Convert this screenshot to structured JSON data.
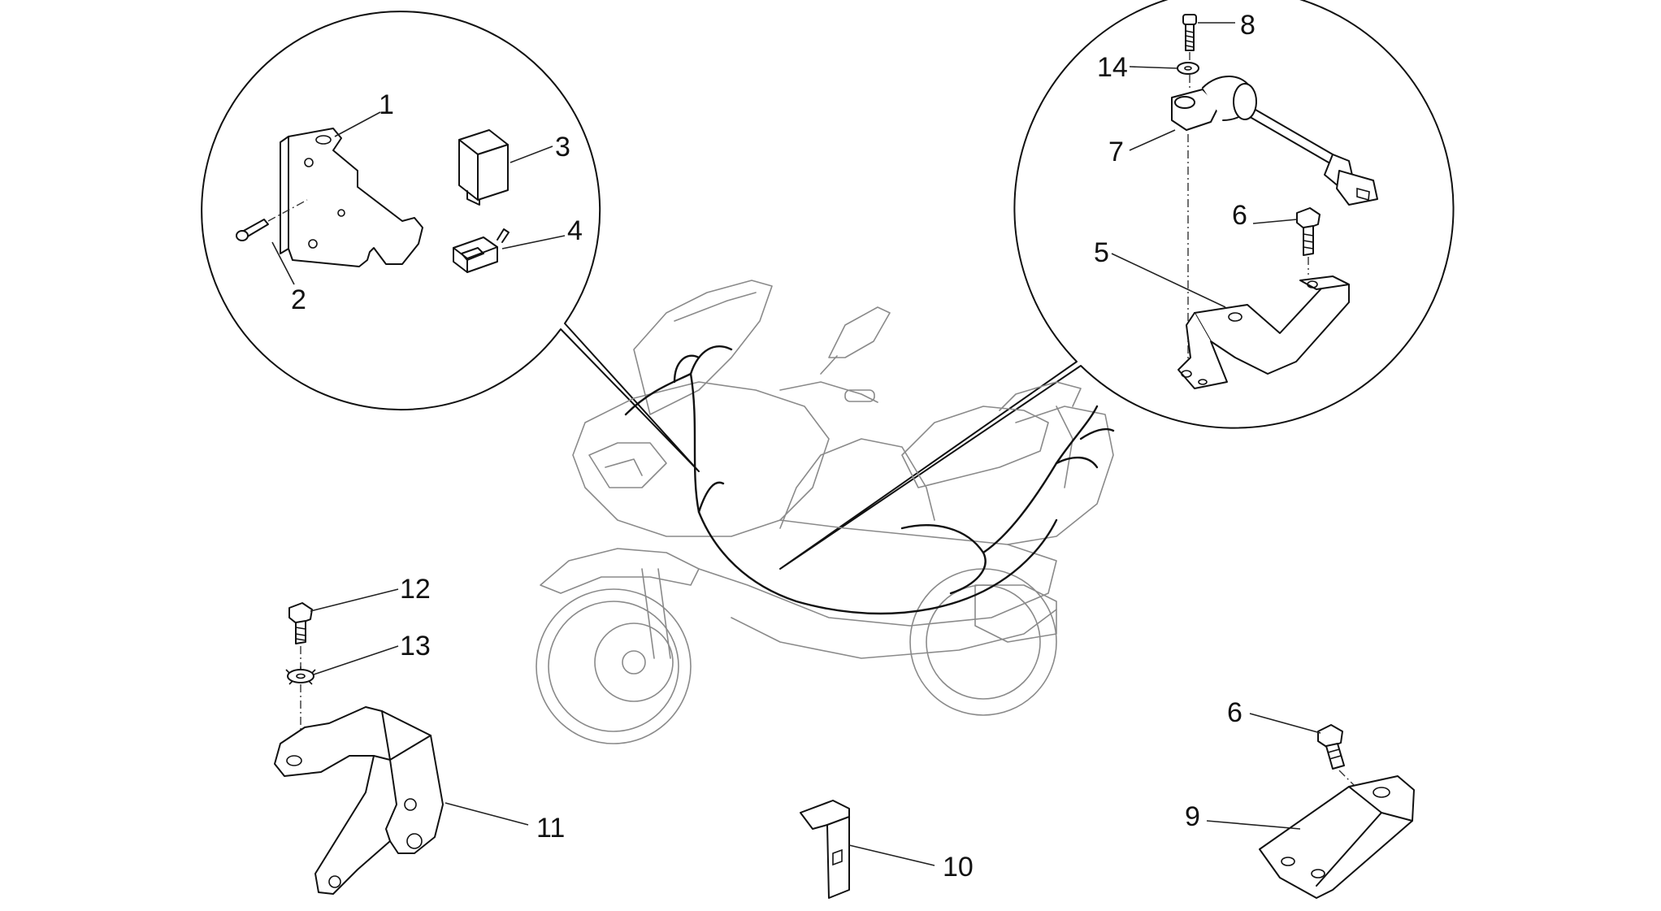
{
  "diagram": {
    "callouts": [
      {
        "id": "c1",
        "label": "1"
      },
      {
        "id": "c2",
        "label": "2"
      },
      {
        "id": "c3",
        "label": "3"
      },
      {
        "id": "c4",
        "label": "4"
      },
      {
        "id": "c5",
        "label": "5"
      },
      {
        "id": "c6a",
        "label": "6"
      },
      {
        "id": "c6b",
        "label": "6"
      },
      {
        "id": "c7",
        "label": "7"
      },
      {
        "id": "c8",
        "label": "8"
      },
      {
        "id": "c9",
        "label": "9"
      },
      {
        "id": "c10",
        "label": "10"
      },
      {
        "id": "c11",
        "label": "11"
      },
      {
        "id": "c12",
        "label": "12"
      },
      {
        "id": "c13",
        "label": "13"
      },
      {
        "id": "c14",
        "label": "14"
      }
    ],
    "colors": {
      "line": "#111111",
      "ghost": "#8a8a8a",
      "background": "#ffffff"
    }
  }
}
